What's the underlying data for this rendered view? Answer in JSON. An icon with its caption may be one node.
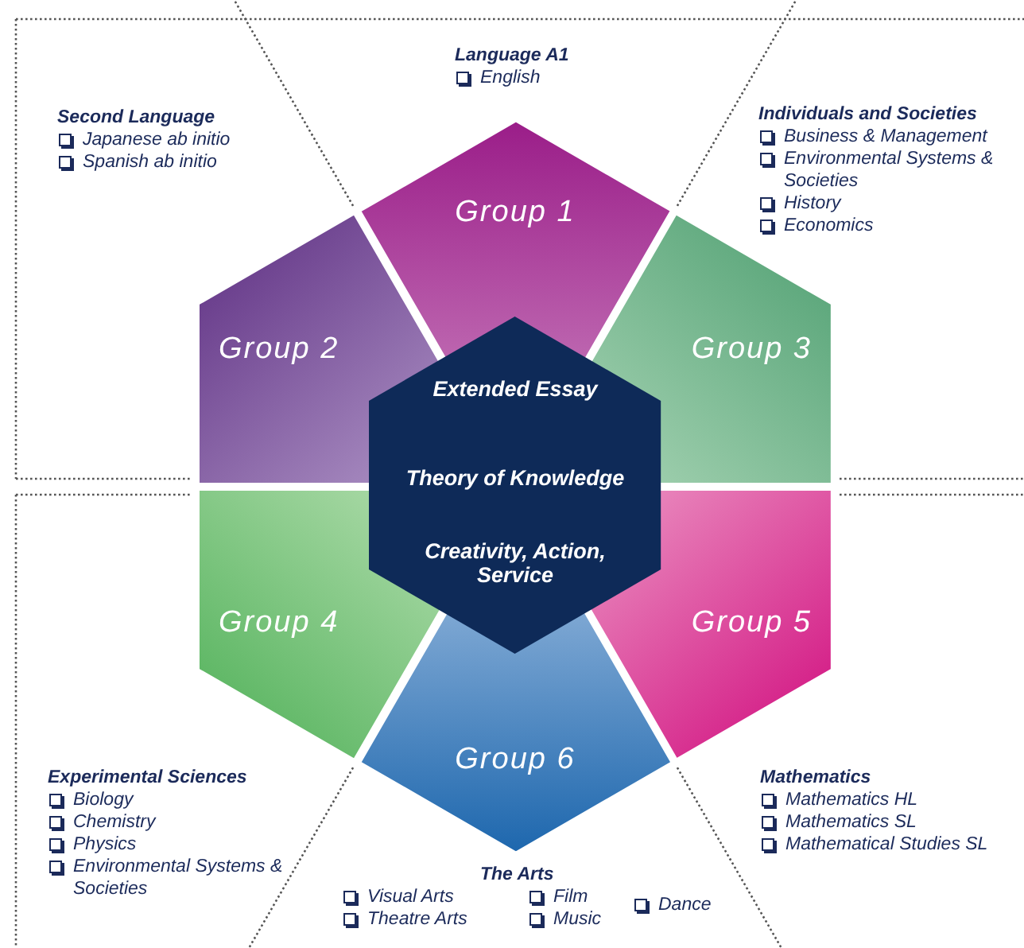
{
  "diagram": {
    "nodes": [
      {
        "text": [
          "Group 1"
        ]
      },
      {
        "text": [
          "Group 2"
        ]
      },
      {
        "text": [
          "Group 3"
        ]
      },
      {
        "text": [
          "Group 4"
        ]
      },
      {
        "text": [
          "Group 5"
        ]
      },
      {
        "text": [
          "Group 6"
        ]
      },
      {
        "text": [
          "Extended Essay",
          "Theory of Knowledge",
          "Creativity, Action, Service"
        ]
      }
    ],
    "edges": [],
    "labels": [
      "Language A1",
      "English",
      "Second Language",
      "Japanese ab initio",
      "Spanish ab initio",
      "Individuals and Societies",
      "Business & Management",
      "Environmental Systems & Societies",
      "History",
      "Economics",
      "Experimental Sciences",
      "Biology",
      "Chemistry",
      "Physics",
      "Environmental Systems & Societies",
      "Mathematics",
      "Mathematics HL",
      "Mathematics SL",
      "Mathematical Studies SL",
      "The Arts",
      "Visual Arts",
      "Theatre Arts",
      "Film",
      "Music",
      "Dance"
    ]
  }
}
